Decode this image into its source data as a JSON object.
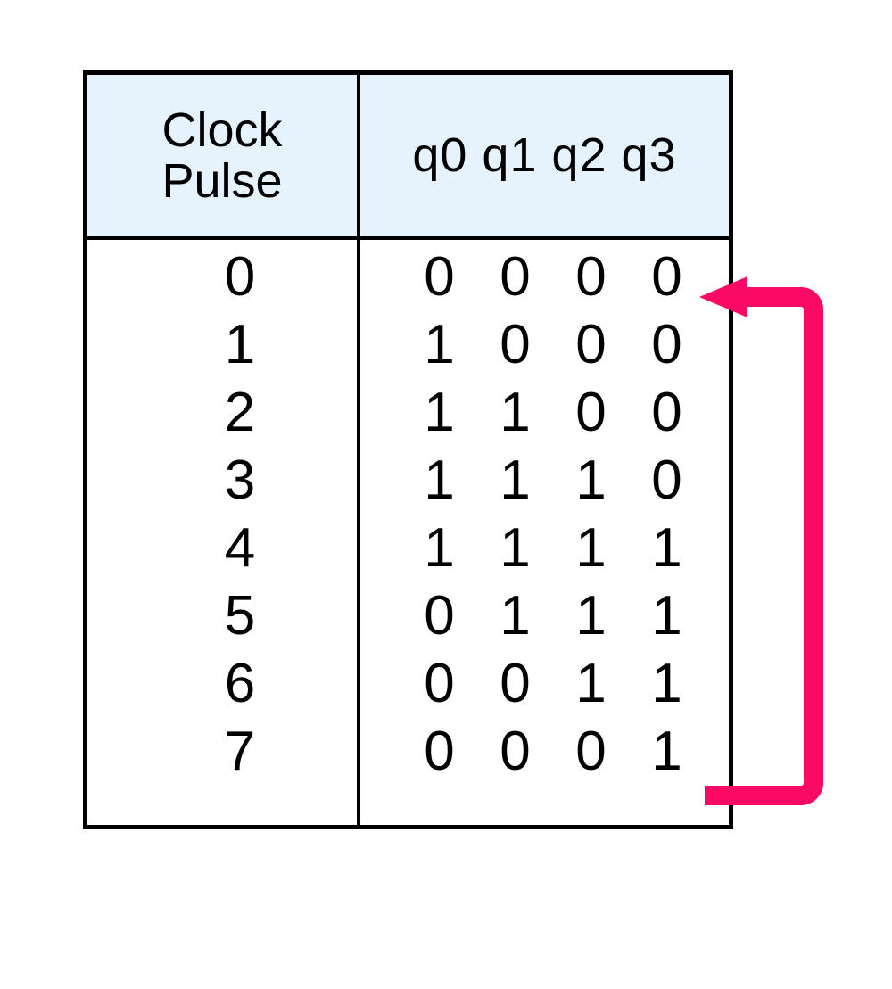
{
  "figure": {
    "kind": "state-transition-table",
    "accent_color": "#FA0A64",
    "header_bg": "#E6F2FC",
    "border_color": "#000000",
    "text_color": "#000000"
  },
  "table": {
    "columns": [
      {
        "key": "clock_pulse",
        "label": "Clock\nPulse"
      },
      {
        "key": "state_bits",
        "label": "q0 q1 q2 q3"
      }
    ],
    "bit_labels": [
      "q0",
      "q1",
      "q2",
      "q3"
    ],
    "rows": [
      {
        "pulse": "0",
        "bits": [
          "0",
          "0",
          "0",
          "0"
        ]
      },
      {
        "pulse": "1",
        "bits": [
          "1",
          "0",
          "0",
          "0"
        ]
      },
      {
        "pulse": "2",
        "bits": [
          "1",
          "1",
          "0",
          "0"
        ]
      },
      {
        "pulse": "3",
        "bits": [
          "1",
          "1",
          "1",
          "0"
        ]
      },
      {
        "pulse": "4",
        "bits": [
          "1",
          "1",
          "1",
          "1"
        ]
      },
      {
        "pulse": "5",
        "bits": [
          "0",
          "1",
          "1",
          "1"
        ]
      },
      {
        "pulse": "6",
        "bits": [
          "0",
          "0",
          "1",
          "1"
        ]
      },
      {
        "pulse": "7",
        "bits": [
          "0",
          "0",
          "0",
          "1"
        ]
      }
    ]
  },
  "annotations": {
    "feedback_arrow": {
      "name": "feedback-loop-arrow",
      "color": "#FA0A64",
      "from_row": "7",
      "to_row": "0",
      "direction": "left",
      "label": ""
    }
  }
}
